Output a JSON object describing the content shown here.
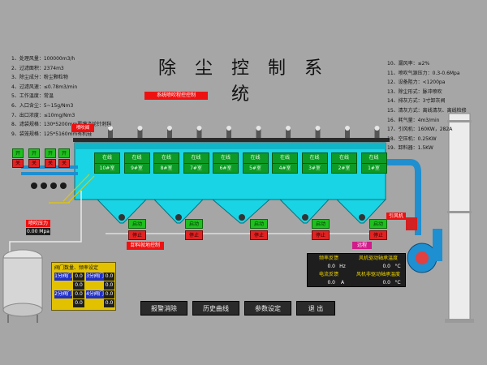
{
  "title": "除 尘 控 制 系 统",
  "specs_left": [
    "1、处理风量：100000m3/h",
    "2、过滤面积：2374m3",
    "3、除尘成分：粉尘颗粒物",
    "4、过滤风速：≤0.78m3/min",
    "5、工作温度：常温",
    "6、入口含尘：5~15g/Nm3",
    "7、出口浓度：≤10mg/Nm3",
    "8、滤袋规格：130*5200mm覆膜涤纶针刺毡",
    "9、袋笼规格：125*5160mm有机硅"
  ],
  "specs_right": [
    "10、漏风率：≤2%",
    "11、喷吹气源压力：0.3-0.6Mpa",
    "12、设备阻力：<1200pa",
    "13、除尘形式：脉冲喷吹",
    "14、排灰方式：3寸卸灰阀",
    "15、清灰方式：离线清灰、离线检修",
    "16、耗气量：4m3/min",
    "17、引风机：160KW，282A",
    "18、空压机：0.25KW",
    "19、卸料器：1.5KW"
  ],
  "header_btn": "系统喷吹程控控制",
  "blow_pressure_label": "喷吹压力",
  "blow_pressure_value": "0.00 Mpa",
  "top_label": "喷吹阀",
  "left_valves": [
    "开",
    "开",
    "开",
    "开"
  ],
  "left_valve_states": [
    "关",
    "关",
    "关",
    "关"
  ],
  "chambers": [
    {
      "status": "在线",
      "name": "10#室"
    },
    {
      "status": "在线",
      "name": "9#室"
    },
    {
      "status": "在线",
      "name": "8#室"
    },
    {
      "status": "在线",
      "name": "7#室"
    },
    {
      "status": "在线",
      "name": "6#室"
    },
    {
      "status": "在线",
      "name": "5#室"
    },
    {
      "status": "在线",
      "name": "4#室"
    },
    {
      "status": "在线",
      "name": "3#室"
    },
    {
      "status": "在线",
      "name": "2#室"
    },
    {
      "status": "在线",
      "name": "1#室"
    }
  ],
  "hoppers": [
    {
      "start": "启动",
      "stop": "停止"
    },
    {
      "start": "启动",
      "stop": "停止"
    },
    {
      "start": "启动",
      "stop": "停止"
    },
    {
      "start": "启动",
      "stop": "停止"
    }
  ],
  "discharge_ctrl": "卸料就地控制",
  "discharge_start": "启动",
  "discharge_stop": "停止",
  "fan_ctrl_label": "引风机",
  "fan_start": "启动",
  "fan_stop": "停止",
  "fan_mode": "远程",
  "valve_panel": {
    "title": "阀门数量、频率设定",
    "rows": [
      {
        "l1": "1分阀门",
        "v1": "0.0",
        "l2": "3分阀门",
        "v2": "0.0"
      },
      {
        "l1": "",
        "v1": "0.0",
        "l2": "",
        "v2": "0.0"
      },
      {
        "l1": "2分阀门",
        "v1": "0.0",
        "l2": "4分阀门",
        "v2": "0.0"
      },
      {
        "l1": "",
        "v1": "0.0",
        "l2": "",
        "v2": "0.0"
      }
    ]
  },
  "fan_table": {
    "h1": "频率反馈",
    "h2": "风机驱动轴承温度",
    "v1": "0.0",
    "u1": "Hz",
    "v2": "0.0",
    "u2": "°C",
    "h3": "电流反馈",
    "h4": "风机非驱动轴承温度",
    "v3": "0.0",
    "u3": "A",
    "v4": "0.0",
    "u4": "°C"
  },
  "nav": [
    "报警消除",
    "历史曲线",
    "参数设定",
    "退  出"
  ]
}
